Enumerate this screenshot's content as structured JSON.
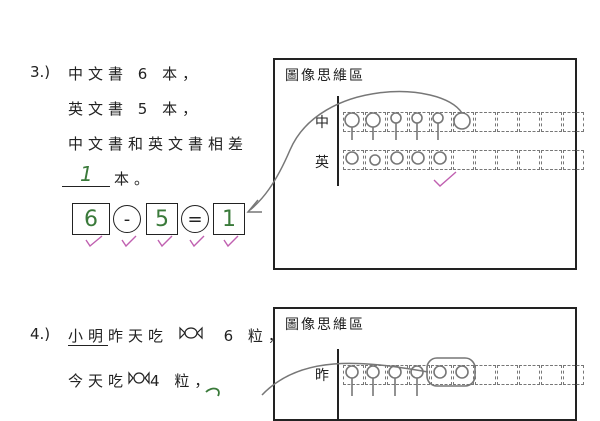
{
  "q3": {
    "number": "3.)",
    "line1": "中文書 6 本，",
    "line2": "英文書 5 本，",
    "line3": "中文書和英文書相差",
    "answer": "1",
    "unit": "本。",
    "equation": {
      "a": "6",
      "op": "-",
      "b": "5",
      "eq": "=",
      "result": "1"
    },
    "panel": {
      "title": "圖像思維區",
      "row1": "中",
      "row2": "英"
    }
  },
  "q4": {
    "number": "4.)",
    "name": "小明",
    "line1_rest": "昨天吃",
    "line1_count": "6 粒，",
    "line2_start": "今天吃",
    "line2_count": "4 粒，",
    "panel": {
      "title": "圖像思維區",
      "row1": "昨"
    }
  },
  "colors": {
    "pencil": "#777777",
    "tick": "#c060b0",
    "ink": "#222222"
  }
}
